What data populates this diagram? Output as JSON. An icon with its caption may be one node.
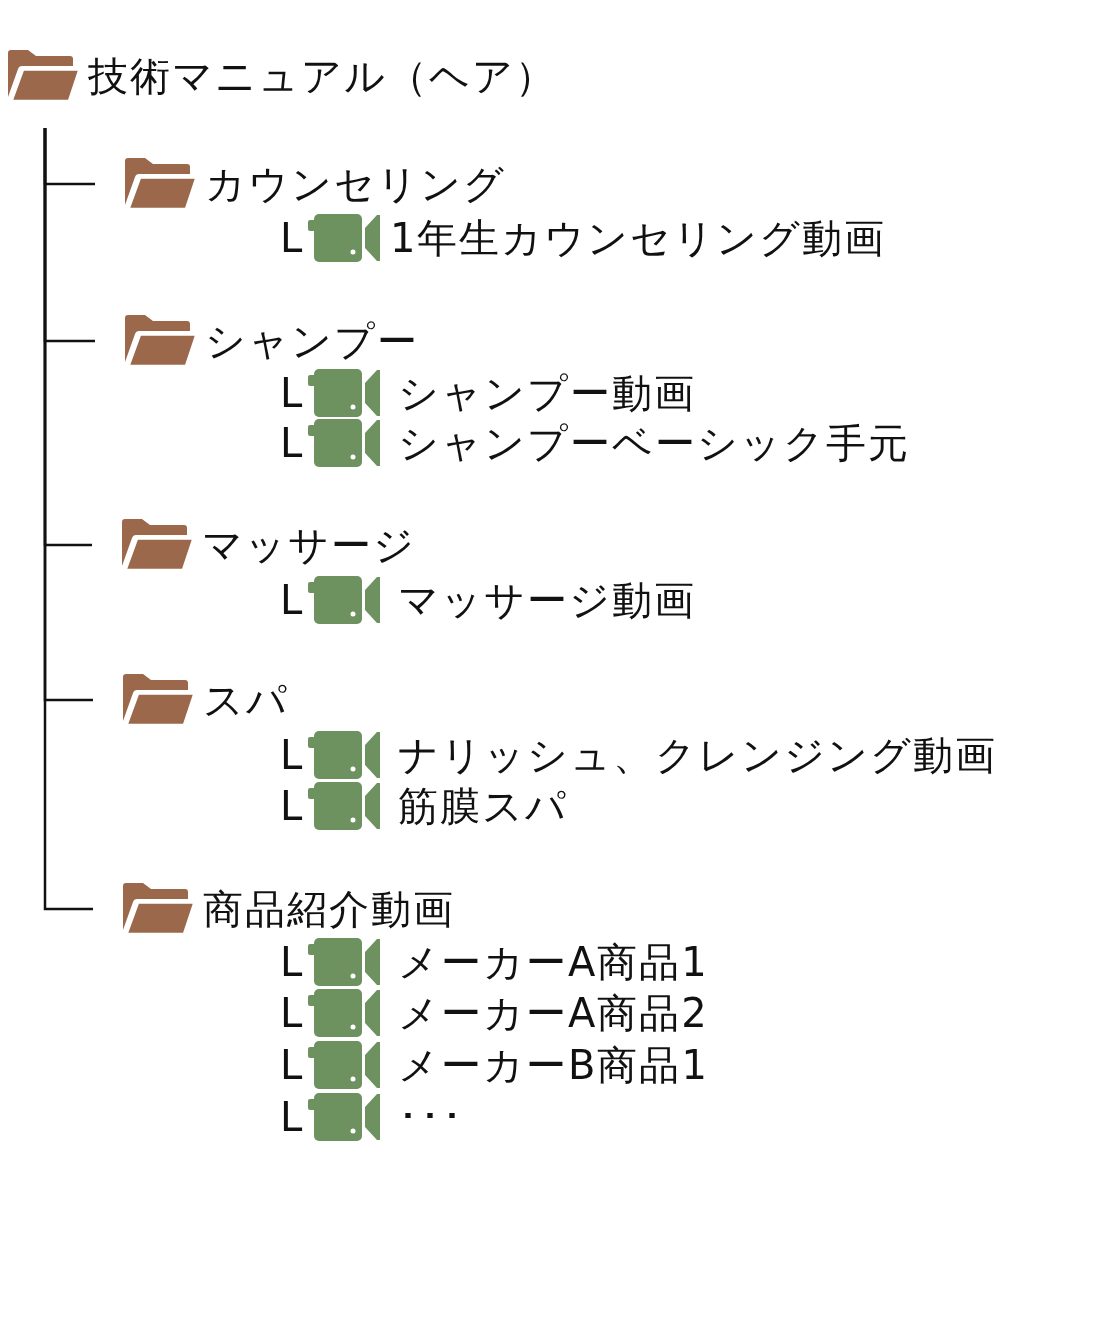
{
  "diagram": {
    "nodes": [
      {
        "text": [
          "技術マニュアル（ヘア）"
        ]
      },
      {
        "text": [
          "カウンセリング"
        ]
      },
      {
        "text": [
          "シャンプー"
        ]
      },
      {
        "text": [
          "マッサージ"
        ]
      },
      {
        "text": [
          "スパ"
        ]
      },
      {
        "text": [
          "商品紹介動画"
        ]
      }
    ],
    "edges": [
      {
        "from": 0,
        "to": 1,
        "arrow": "none"
      },
      {
        "from": 0,
        "to": 2,
        "arrow": "none"
      },
      {
        "from": 0,
        "to": 3,
        "arrow": "none"
      },
      {
        "from": 0,
        "to": 4,
        "arrow": "none"
      },
      {
        "from": 0,
        "to": 5,
        "arrow": "none"
      }
    ],
    "labels": [
      "L",
      "1年生カウンセリング動画",
      "L",
      "シャンプー動画",
      "L",
      "シャンプーベーシック手元",
      "L",
      "マッサージ動画",
      "L",
      "ナリッシュ、クレンジング動画",
      "L",
      "筋膜スパ",
      "L",
      "メーカーA商品1",
      "L",
      "メーカーA商品2",
      "L",
      "メーカーB商品1",
      "L",
      "･･･"
    ]
  }
}
